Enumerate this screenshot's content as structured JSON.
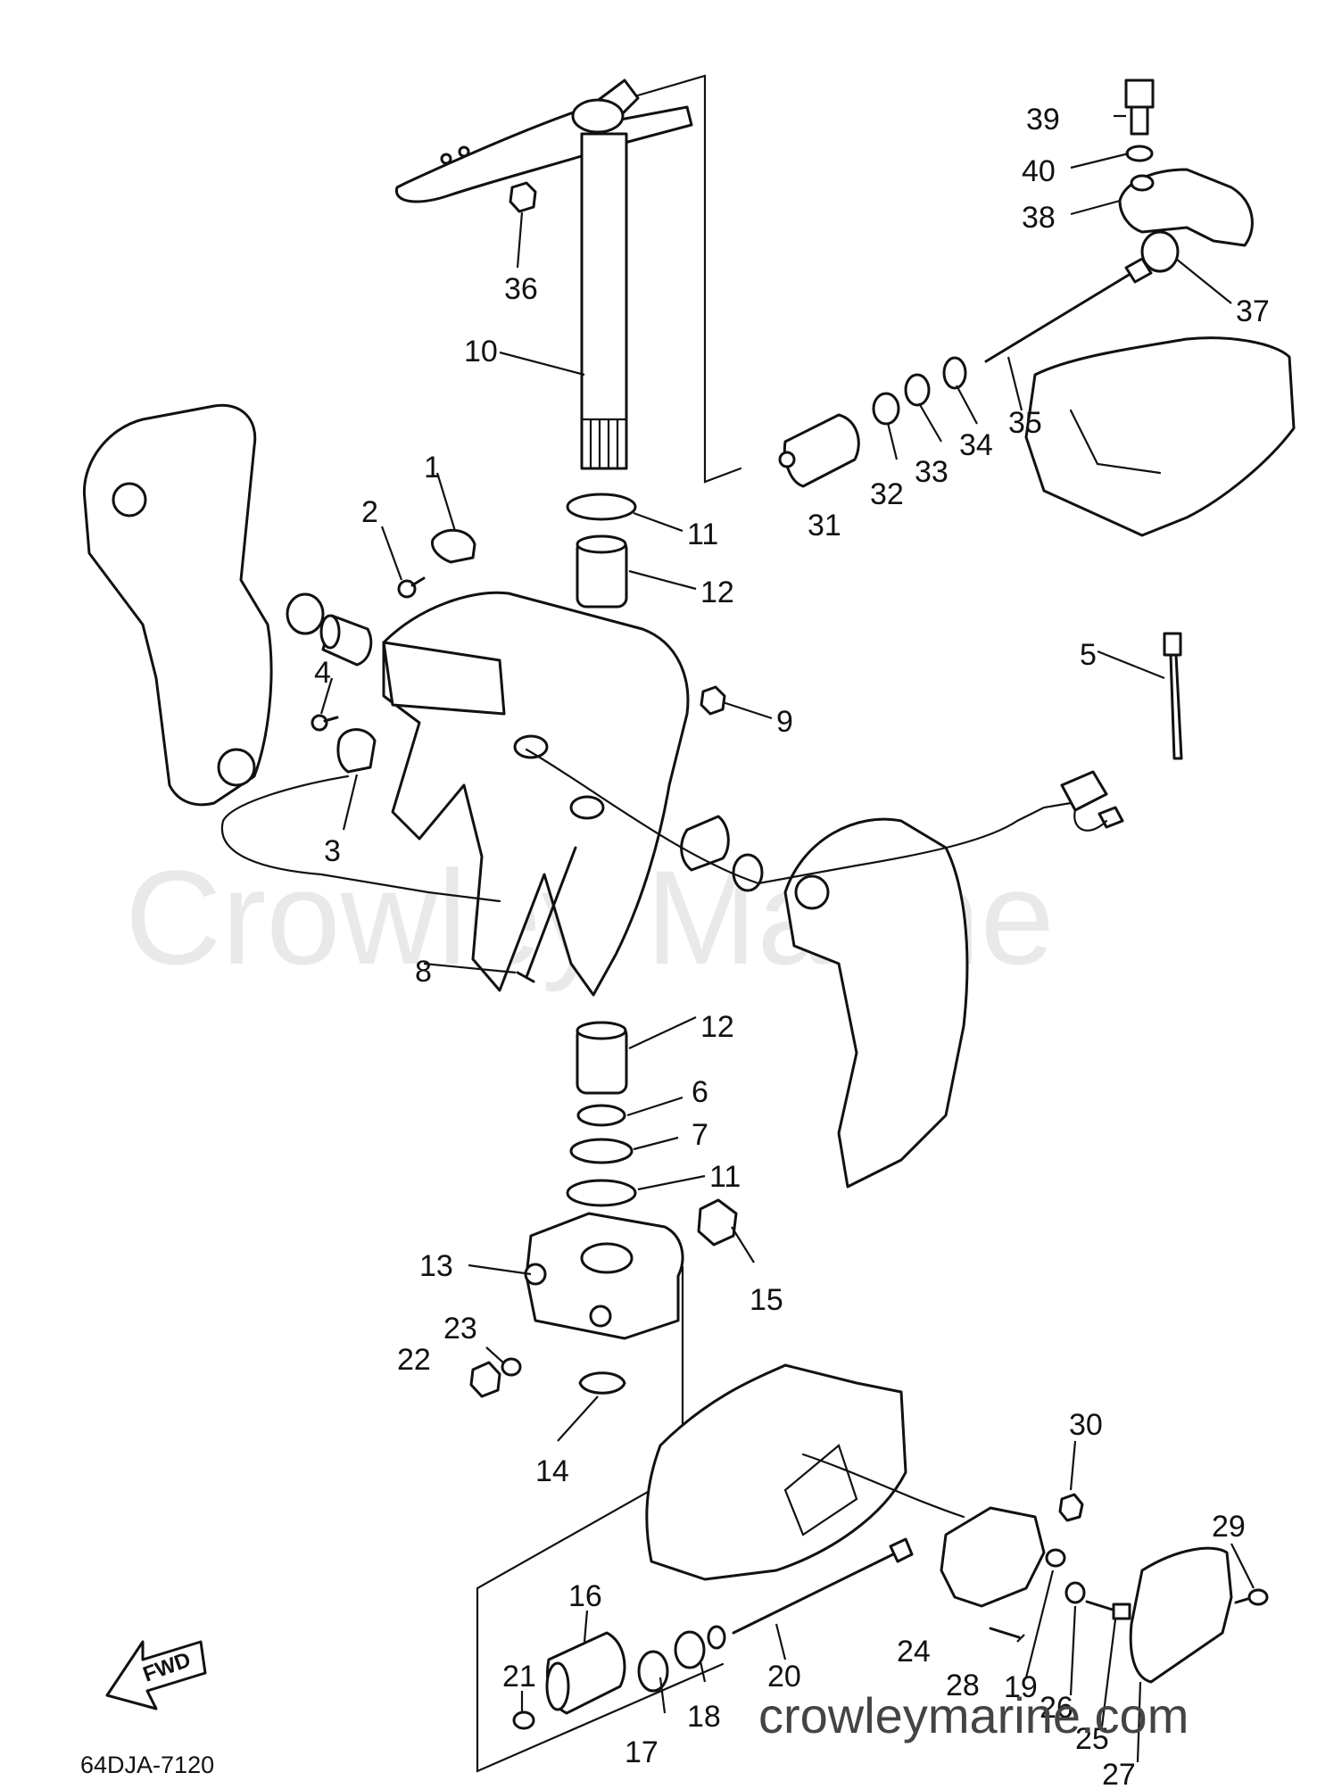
{
  "watermark": "Crowley Marine",
  "website": "crowleymarine.com",
  "drawing_code": "64DJA-7120",
  "direction_label": "FWD",
  "callouts": {
    "c1": "1",
    "c2": "2",
    "c3": "3",
    "c4": "4",
    "c5": "5",
    "c6": "6",
    "c7": "7",
    "c8": "8",
    "c9": "9",
    "c10": "10",
    "c11a": "11",
    "c11b": "11",
    "c12a": "12",
    "c12b": "12",
    "c13": "13",
    "c14": "14",
    "c15": "15",
    "c16": "16",
    "c17": "17",
    "c18": "18",
    "c19": "19",
    "c20": "20",
    "c21": "21",
    "c22": "22",
    "c23": "23",
    "c24": "24",
    "c25": "25",
    "c26": "26",
    "c27": "27",
    "c28": "28",
    "c29": "29",
    "c30": "30",
    "c31": "31",
    "c32": "32",
    "c33": "33",
    "c34": "34",
    "c35": "35",
    "c36": "36",
    "c37": "37",
    "c38": "38",
    "c39": "39",
    "c40": "40"
  }
}
